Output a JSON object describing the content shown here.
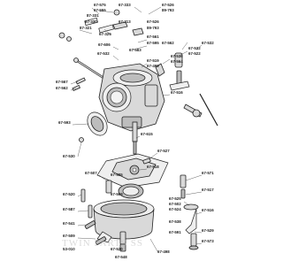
{
  "diagram": {
    "watermark": "TWIN PARTS SS",
    "labels": [
      "67-575",
      "67-333",
      "67-526",
      "67-555",
      "89-793",
      "87-331",
      "67-330",
      "67-313",
      "87-321",
      "67-526",
      "67-329",
      "89-793",
      "67-561",
      "67-595",
      "67-562",
      "67-532",
      "67-532",
      "67-522",
      "67-606",
      "67-583",
      "67-536",
      "67-564",
      "67-532",
      "67-519",
      "67-499",
      "67-567",
      "67-562",
      "67-516",
      "67-593",
      "67-615",
      "67-530",
      "67-527",
      "67-518",
      "67-505",
      "67-507",
      "67-571",
      "67-520",
      "67-569",
      "67-587",
      "67-517",
      "67-525",
      "67-502",
      "67-524",
      "67-541",
      "67-516",
      "67-538",
      "67-529",
      "67-591",
      "67-509",
      "67-573",
      "53-010",
      "67-520",
      "67-498",
      "67-548"
    ]
  }
}
